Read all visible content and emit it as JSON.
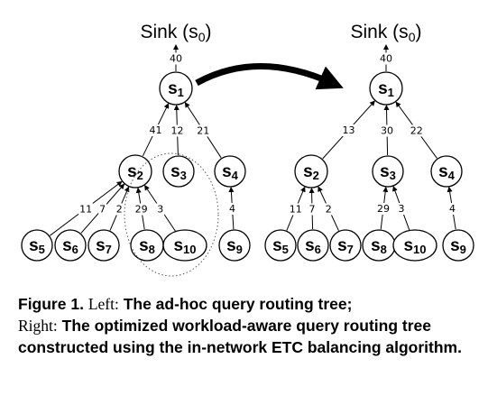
{
  "trees": [
    {
      "sink": "Sink (s",
      "sink_sub": "0",
      "sink_close": ")",
      "nodes": [
        {
          "id": "s1",
          "label": "s",
          "sub": "1"
        },
        {
          "id": "s2",
          "label": "s",
          "sub": "2"
        },
        {
          "id": "s3",
          "label": "s",
          "sub": "3"
        },
        {
          "id": "s4",
          "label": "s",
          "sub": "4"
        },
        {
          "id": "s5",
          "label": "s",
          "sub": "5"
        },
        {
          "id": "s6",
          "label": "s",
          "sub": "6"
        },
        {
          "id": "s7",
          "label": "s",
          "sub": "7"
        },
        {
          "id": "s8",
          "label": "s",
          "sub": "8"
        },
        {
          "id": "s10",
          "label": "s",
          "sub": "10"
        },
        {
          "id": "s9",
          "label": "s",
          "sub": "9"
        }
      ],
      "edges": [
        {
          "from": "s1",
          "to": "sink",
          "label": "40"
        },
        {
          "from": "s2",
          "to": "s1",
          "label": "41"
        },
        {
          "from": "s3",
          "to": "s1",
          "label": "12"
        },
        {
          "from": "s4",
          "to": "s1",
          "label": "21"
        },
        {
          "from": "s5",
          "to": "s2",
          "label": "11"
        },
        {
          "from": "s6",
          "to": "s2",
          "label": "7"
        },
        {
          "from": "s7",
          "to": "s2",
          "label": "2"
        },
        {
          "from": "s8",
          "to": "s2",
          "label": "29"
        },
        {
          "from": "s10",
          "to": "s2",
          "label": "3"
        },
        {
          "from": "s9",
          "to": "s4",
          "label": "4"
        }
      ]
    },
    {
      "sink": "Sink (s",
      "sink_sub": "0",
      "sink_close": ")",
      "nodes": [
        {
          "id": "s1",
          "label": "s",
          "sub": "1"
        },
        {
          "id": "s2",
          "label": "s",
          "sub": "2"
        },
        {
          "id": "s3",
          "label": "s",
          "sub": "3"
        },
        {
          "id": "s4",
          "label": "s",
          "sub": "4"
        },
        {
          "id": "s5",
          "label": "s",
          "sub": "5"
        },
        {
          "id": "s6",
          "label": "s",
          "sub": "6"
        },
        {
          "id": "s7",
          "label": "s",
          "sub": "7"
        },
        {
          "id": "s8",
          "label": "s",
          "sub": "8"
        },
        {
          "id": "s10",
          "label": "s",
          "sub": "10"
        },
        {
          "id": "s9",
          "label": "s",
          "sub": "9"
        }
      ],
      "edges": [
        {
          "from": "s1",
          "to": "sink",
          "label": "40"
        },
        {
          "from": "s2",
          "to": "s1",
          "label": "13"
        },
        {
          "from": "s3",
          "to": "s1",
          "label": "30"
        },
        {
          "from": "s4",
          "to": "s1",
          "label": "22"
        },
        {
          "from": "s5",
          "to": "s2",
          "label": "11"
        },
        {
          "from": "s6",
          "to": "s2",
          "label": "7"
        },
        {
          "from": "s7",
          "to": "s2",
          "label": "2"
        },
        {
          "from": "s8",
          "to": "s3",
          "label": "29"
        },
        {
          "from": "s10",
          "to": "s3",
          "label": "3"
        },
        {
          "from": "s9",
          "to": "s4",
          "label": "4"
        }
      ]
    }
  ],
  "caption": {
    "figure": "Figure 1.",
    "left_word": "Left:",
    "left_text": "The ad-hoc query routing tree;",
    "right_word": "Right:",
    "right_text": "The optimized workload-aware query routing tree constructed using the in-network ETC balancing algorithm."
  }
}
